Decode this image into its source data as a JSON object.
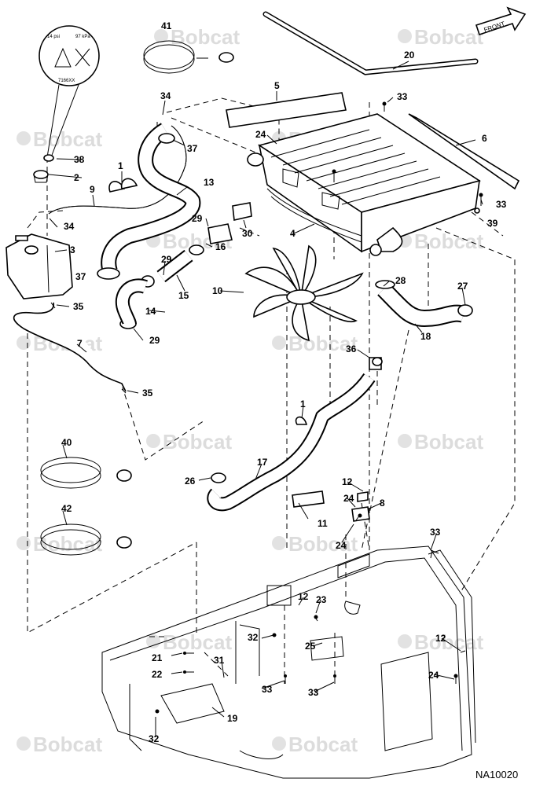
{
  "drawing_code": "NA10020",
  "direction_label": "FRONT",
  "watermark_text": "Bobcat",
  "decal_text": {
    "left": "14 psi",
    "right": "97 kPa",
    "bottom": "7166XX"
  },
  "callouts": [
    {
      "id": "c41",
      "num": "41"
    },
    {
      "id": "c20",
      "num": "20"
    },
    {
      "id": "c34a",
      "num": "34"
    },
    {
      "id": "c5",
      "num": "5"
    },
    {
      "id": "c33a",
      "num": "33"
    },
    {
      "id": "c24a",
      "num": "24"
    },
    {
      "id": "c6",
      "num": "6"
    },
    {
      "id": "c37a",
      "num": "37"
    },
    {
      "id": "c38",
      "num": "38"
    },
    {
      "id": "c1a",
      "num": "1"
    },
    {
      "id": "c2",
      "num": "2"
    },
    {
      "id": "c13",
      "num": "13"
    },
    {
      "id": "c9",
      "num": "9"
    },
    {
      "id": "c33b",
      "num": "33"
    },
    {
      "id": "c39",
      "num": "39"
    },
    {
      "id": "c34b",
      "num": "34"
    },
    {
      "id": "c29a",
      "num": "29"
    },
    {
      "id": "c30",
      "num": "30"
    },
    {
      "id": "c4",
      "num": "4"
    },
    {
      "id": "c16",
      "num": "16"
    },
    {
      "id": "c3",
      "num": "3"
    },
    {
      "id": "c29b",
      "num": "29"
    },
    {
      "id": "c37b",
      "num": "37"
    },
    {
      "id": "c28",
      "num": "28"
    },
    {
      "id": "c27",
      "num": "27"
    },
    {
      "id": "c10",
      "num": "10"
    },
    {
      "id": "c15",
      "num": "15"
    },
    {
      "id": "c35a",
      "num": "35"
    },
    {
      "id": "c14",
      "num": "14"
    },
    {
      "id": "c29c",
      "num": "29"
    },
    {
      "id": "c7",
      "num": "7"
    },
    {
      "id": "c18",
      "num": "18"
    },
    {
      "id": "c36",
      "num": "36"
    },
    {
      "id": "c35b",
      "num": "35"
    },
    {
      "id": "c1b",
      "num": "1"
    },
    {
      "id": "c40",
      "num": "40"
    },
    {
      "id": "c17",
      "num": "17"
    },
    {
      "id": "c26",
      "num": "26"
    },
    {
      "id": "c12a",
      "num": "12"
    },
    {
      "id": "c8",
      "num": "8"
    },
    {
      "id": "c24b",
      "num": "24"
    },
    {
      "id": "c42",
      "num": "42"
    },
    {
      "id": "c11",
      "num": "11"
    },
    {
      "id": "c24c",
      "num": "24"
    },
    {
      "id": "c33c",
      "num": "33"
    },
    {
      "id": "c12b",
      "num": "12"
    },
    {
      "id": "c23",
      "num": "23"
    },
    {
      "id": "c32a",
      "num": "32"
    },
    {
      "id": "c25",
      "num": "25"
    },
    {
      "id": "c12c",
      "num": "12"
    },
    {
      "id": "c21",
      "num": "21"
    },
    {
      "id": "c31",
      "num": "31"
    },
    {
      "id": "c22",
      "num": "22"
    },
    {
      "id": "c33d",
      "num": "33"
    },
    {
      "id": "c33e",
      "num": "33"
    },
    {
      "id": "c24d",
      "num": "24"
    },
    {
      "id": "c19",
      "num": "19"
    },
    {
      "id": "c32b",
      "num": "32"
    }
  ]
}
